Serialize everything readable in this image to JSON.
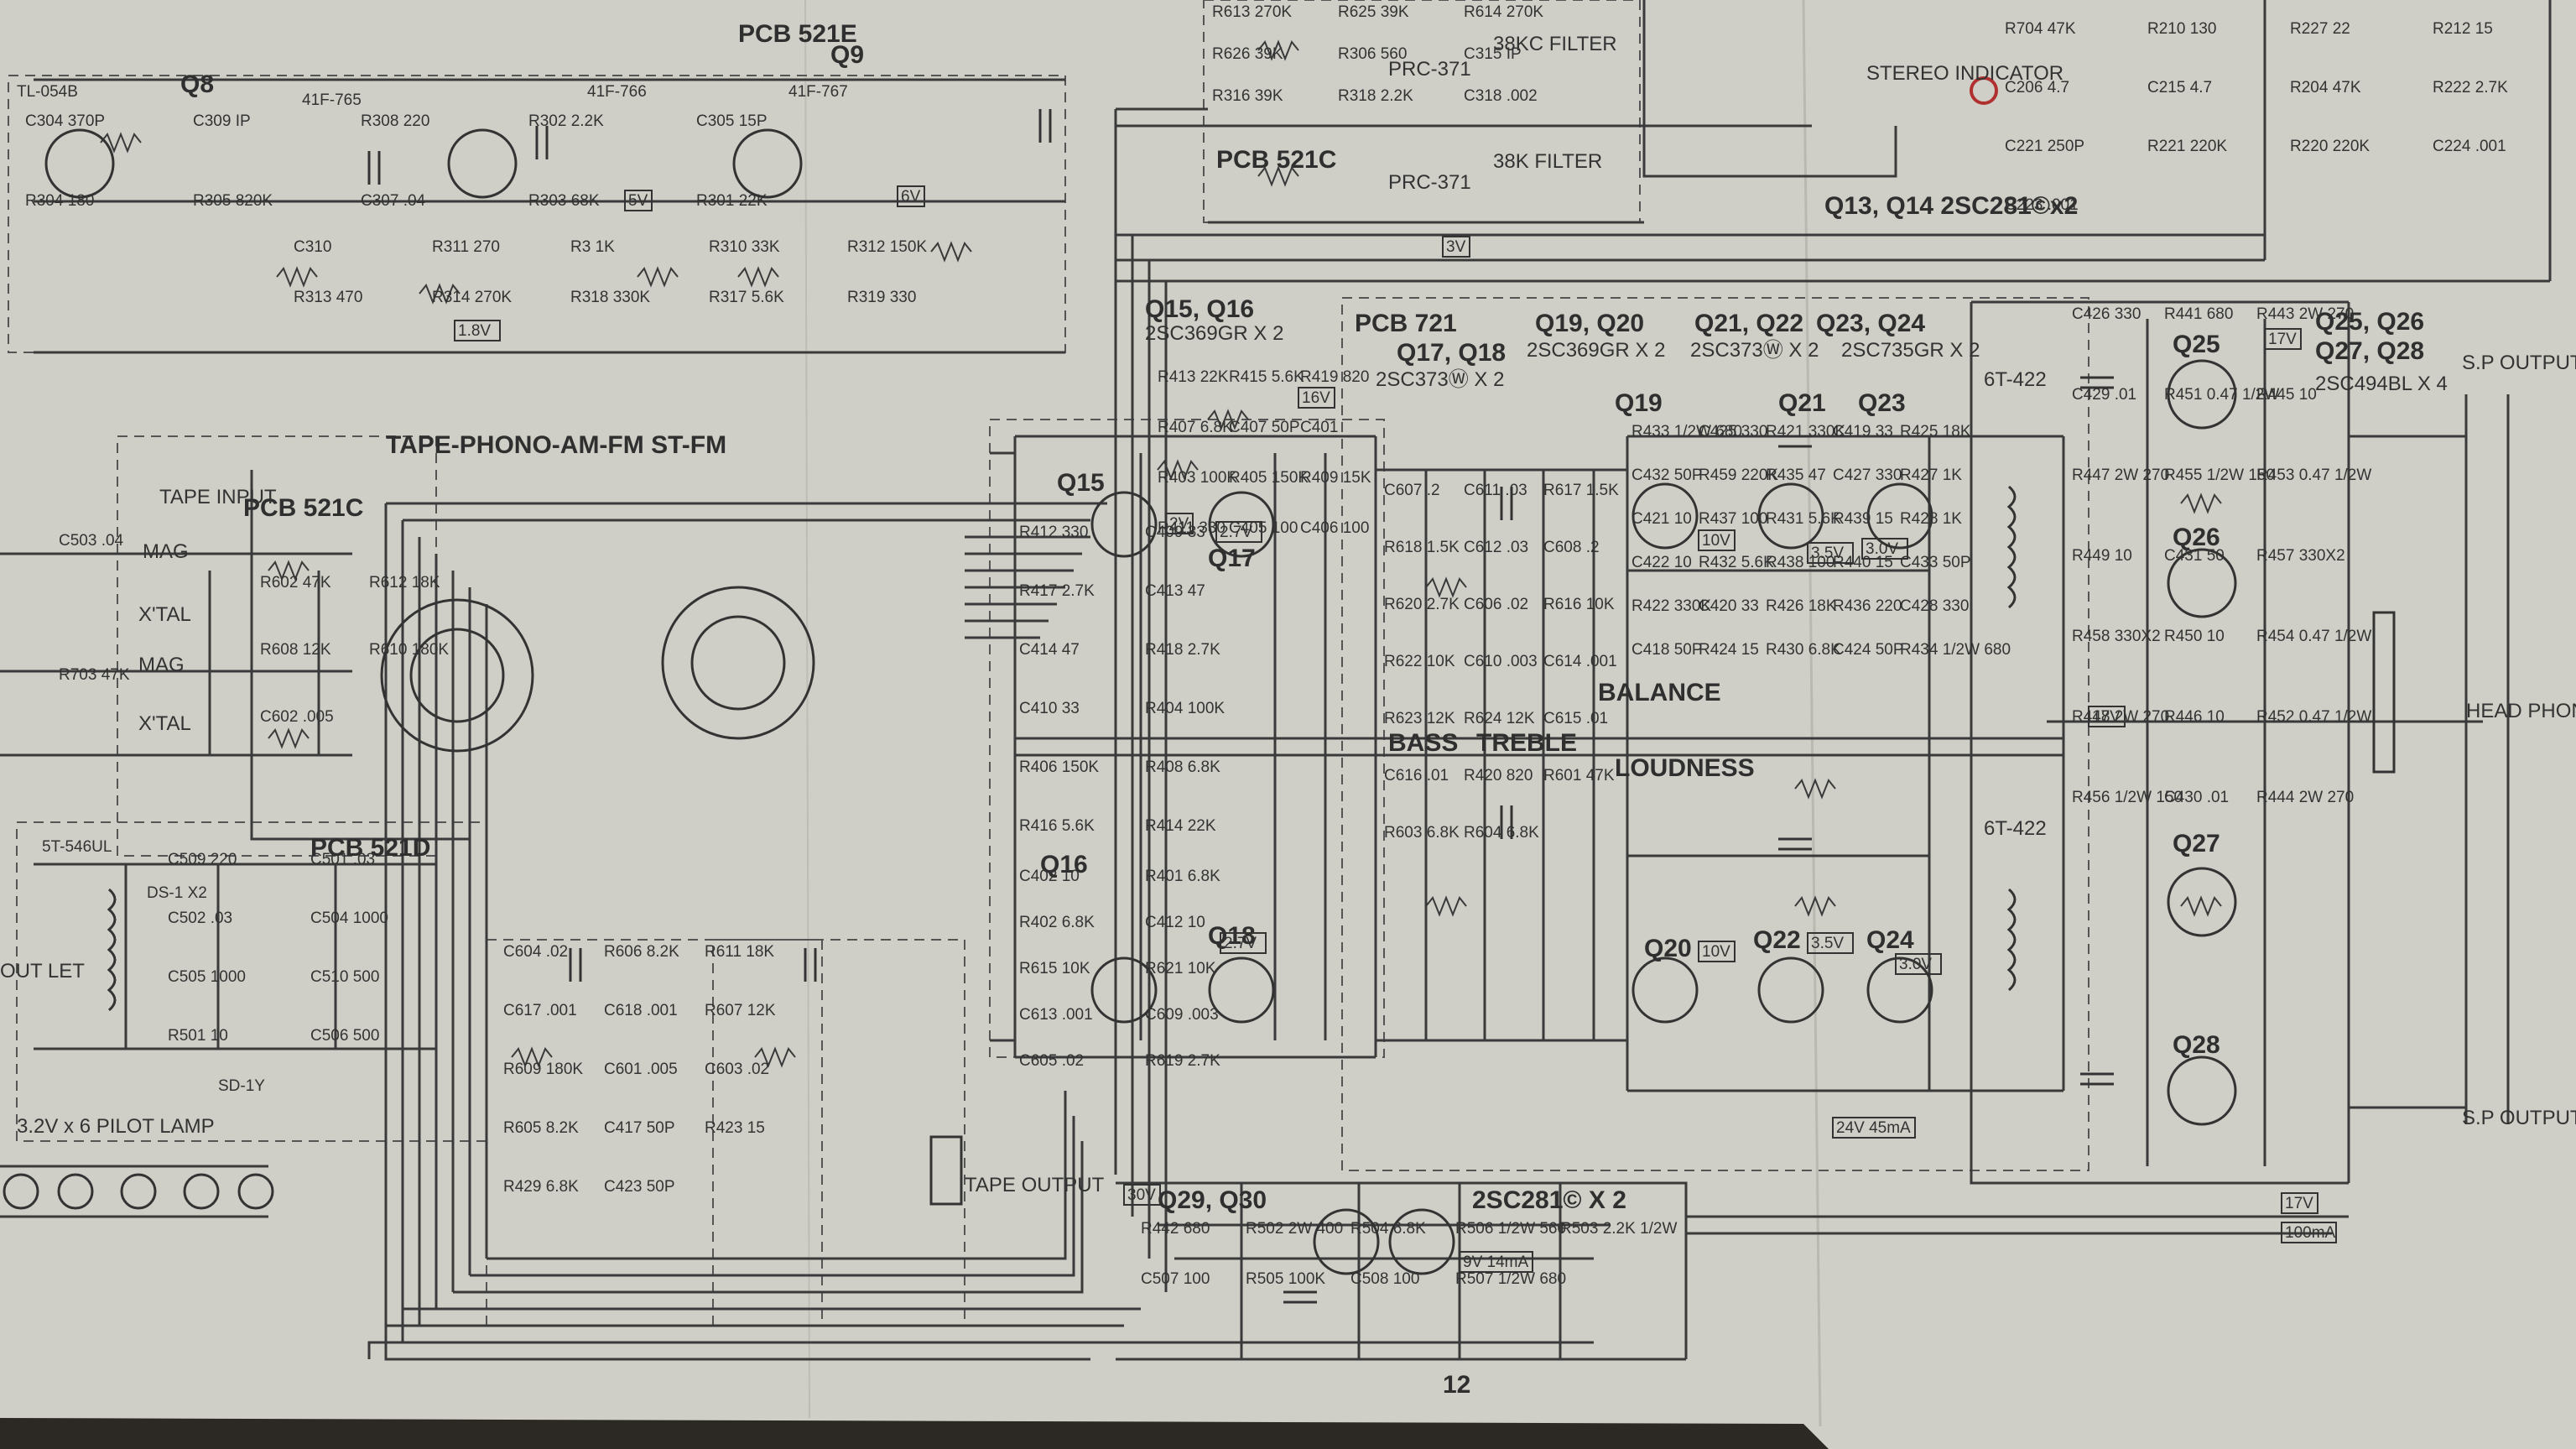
{
  "page_number": "12",
  "pcb_labels": [
    "PCB 521E",
    "PCB 521C",
    "PCB 521C",
    "PCB 521D",
    "PCB 721"
  ],
  "transistor_groups": [
    "Q13, Q14  2SC281©x2",
    "Q15, Q16",
    "2SC369GR X 2",
    "Q17, Q18",
    "2SC373Ⓦ X 2",
    "Q19, Q20",
    "2SC369GR X 2",
    "Q21, Q22",
    "2SC373Ⓦ X 2",
    "Q23, Q24",
    "2SC735GR X 2",
    "Q25, Q26",
    "Q27, Q28",
    "2SC494BL X 4",
    "Q29, Q30",
    "2SC281© X 2"
  ],
  "section_labels": {
    "selector": "TAPE-PHONO-AM-FM ST-FM",
    "tape_input": "TAPE INPUT",
    "mag_top": "MAG",
    "xtal_top": "X'TAL",
    "mag_bottom": "MAG",
    "xtal_bottom": "X'TAL",
    "bass": "BASS",
    "treble": "TREBLE",
    "balance": "BALANCE",
    "loudness": "LOUDNESS",
    "sp_output_left": "S.P OUTPUT",
    "sp_output_right": "S.P OUTPUT",
    "head_phone": "HEAD PHONE",
    "tape_output": "TAPE OUTPUT",
    "pilot_lamp": "3.2V x 6 PILOT LAMP",
    "stereo_indicator": "STEREO INDICATOR",
    "filter_1": "38KC FILTER",
    "filter_2": "38K FILTER",
    "prc_1": "PRC-371",
    "prc_2": "PRC-371",
    "transformer_1": "6T-422",
    "transformer_2": "6T-422",
    "power_transformer": "5T-546UL",
    "outlet": "OUT LET",
    "rectifier_1": "DS-1 X2",
    "rectifier_2": "SD-1Y",
    "input_coil": "TL-054B",
    "if_1": "41F-765",
    "if_2": "41F-766",
    "if_3": "41F-767"
  },
  "transistor_labels": [
    "Q8",
    "Q9",
    "Q15",
    "Q16",
    "Q17",
    "Q18",
    "Q19",
    "Q20",
    "Q21",
    "Q22",
    "Q23",
    "Q24",
    "Q25",
    "Q26",
    "Q27",
    "Q28"
  ],
  "component_labels": [
    "R613 270K",
    "R625 39K",
    "R614 270K",
    "R626 39K",
    "R306 560",
    "C315 IP",
    "R316 39K",
    "R318 2.2K",
    "C318 .002",
    "C304 370P",
    "C309 IP",
    "R308 220",
    "R302 2.2K",
    "C305 15P",
    "R304 180",
    "R305 820K",
    "C307 .04",
    "R303 68K",
    "R301 22K",
    "C310",
    "R311 270",
    "R3 1K",
    "R310 33K",
    "R312 150K",
    "R313 470",
    "R314 270K",
    "R318 330K",
    "R317 5.6K",
    "R319 330",
    "R413 22K",
    "R415 5.6K",
    "R419 820",
    "R407 6.8K",
    "C407 50P",
    "C401",
    "R403 100K",
    "R405 150K",
    "R409 15K",
    "R411 330",
    "C405 100",
    "C406 100",
    "R412 330",
    "C409 33",
    "R417 2.7K",
    "C413 47",
    "C414 47",
    "R418 2.7K",
    "C410 33",
    "R404 100K",
    "R406 150K",
    "R408 6.8K",
    "R416 5.6K",
    "R414 22K",
    "C402 10",
    "R401 6.8K",
    "R402 6.8K",
    "C412 10",
    "R615 10K",
    "R621 10K",
    "C613 .001",
    "C609 .003",
    "C605 .02",
    "R619 2.7K",
    "C607 .2",
    "C611 .03",
    "R617 1.5K",
    "R618 1.5K",
    "C612 .03",
    "C608 .2",
    "R620 2.7K",
    "C606 .02",
    "R616 10K",
    "R622 10K",
    "C610 .003",
    "C614 .001",
    "R623 12K",
    "R624 12K",
    "C615 .01",
    "C616 .01",
    "R420 820",
    "R601 47K",
    "R603 6.8K",
    "R604 6.8K",
    "R602 47K",
    "R612 18K",
    "R608 12K",
    "R610 180K",
    "C602 .005",
    "C604 .02",
    "R606 8.2K",
    "R611 18K",
    "C617 .001",
    "C618 .001",
    "R607 12K",
    "R609 180K",
    "C601 .005",
    "C603 .02",
    "R605 8.2K",
    "C417 50P",
    "R423 15",
    "R429 6.8K",
    "C423 50P",
    "R433 1/2W 680",
    "C425 330",
    "R421 330K",
    "C419 33",
    "R425 18K",
    "C432 50P",
    "R459 220K",
    "R435 47",
    "C427 330",
    "R427 1K",
    "C421 10",
    "R437 100",
    "R431 5.6K",
    "R439 15",
    "R428 1K",
    "C422 10",
    "R432 5.6K",
    "R438 100",
    "R440 15",
    "C433 50P",
    "R422 330K",
    "C420 33",
    "R426 18K",
    "R436 220",
    "C428 330",
    "C418 50P",
    "R424 15",
    "R430 6.8K",
    "C424 50P",
    "R434 1/2W 680",
    "C426 330",
    "R441 680",
    "R443 2W 270",
    "C429 .01",
    "R451 0.47 1/2W",
    "R445 10",
    "R447 2W 270",
    "R455 1/2W 150",
    "R453 0.47 1/2W",
    "R449 10",
    "C431 50",
    "R457 330X2",
    "R458 330X2",
    "R450 10",
    "R454 0.47 1/2W",
    "R448 2W 270",
    "R446 10",
    "R452 0.47 1/2W",
    "R456 1/2W 150",
    "C430 .01",
    "R444 2W 270",
    "R442 680",
    "R502 2W 400",
    "R504 6.8K",
    "R506 1/2W 560",
    "R503 2.2K 1/2W",
    "C507 100",
    "R505 100K",
    "C508 100",
    "R507 1/2W 680",
    "C509 220",
    "C501 .03",
    "C502 .03",
    "C504 1000",
    "C505 1000",
    "C510 500",
    "R501 10",
    "C506 500",
    "C503 .04",
    "R703 47K",
    "R704 47K",
    "R210 130",
    "R227 22",
    "R212 15",
    "C206 4.7",
    "C215 4.7",
    "R204 47K",
    "R222 2.7K",
    "C221 250P",
    "R221 220K",
    "R220 220K",
    "C224 .001",
    "C223 .001"
  ],
  "voltage_tags": [
    "16V",
    "17V",
    "17V",
    "17V",
    "2.7V",
    "2.7V",
    "2V",
    "10V",
    "3.5V",
    "3.0V",
    "10V",
    "3.5V",
    "3.0V",
    "24V 45mA",
    "100mA",
    "9V 14mA",
    "30V",
    "1.8V",
    "5V",
    "6V",
    "3V"
  ]
}
